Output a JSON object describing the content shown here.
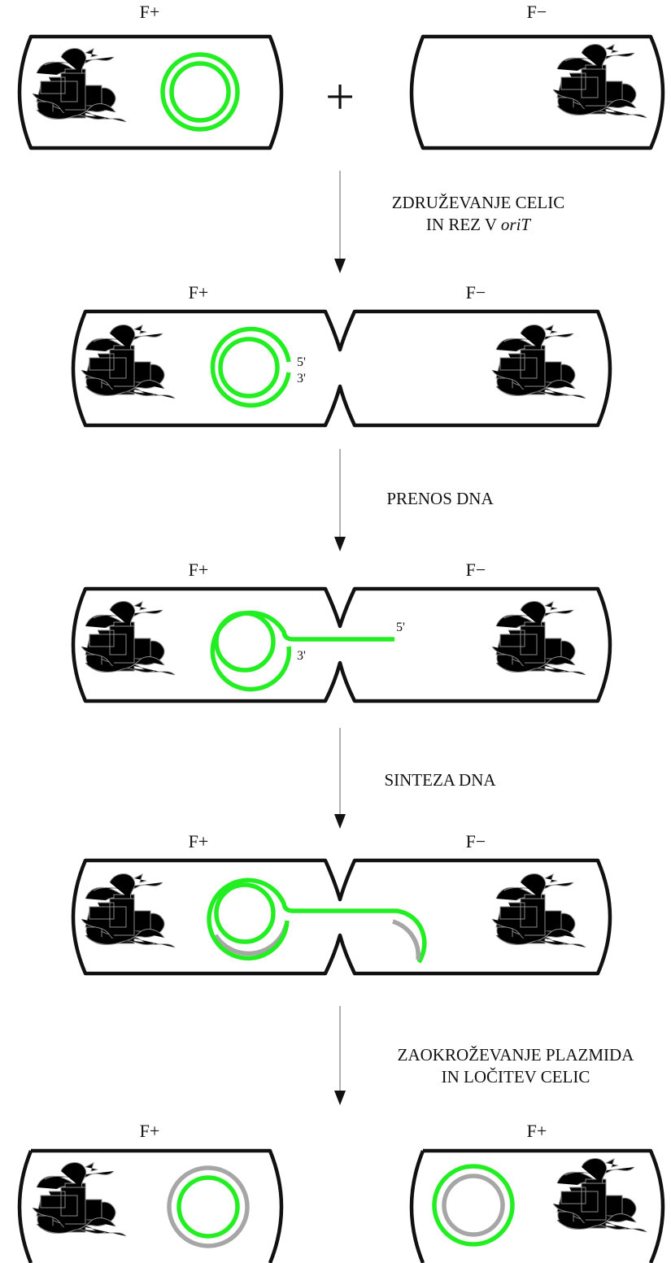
{
  "colors": {
    "dna_donor": "#22ee22",
    "dna_new": "#a6a6a6",
    "cell_outline": "#111111",
    "chromosome": "#8a8a8a"
  },
  "steps": [
    {
      "left_label": "F+",
      "right_label": "F−",
      "plus_sign": "+"
    },
    {
      "left_label": "F+",
      "right_label": "F−",
      "end5": "5'",
      "end3": "3'"
    },
    {
      "left_label": "F+",
      "right_label": "F−",
      "end5": "5'",
      "end3": "3'"
    },
    {
      "left_label": "F+",
      "right_label": "F−"
    },
    {
      "left_label": "F+",
      "right_label": "F+"
    }
  ],
  "transitions": [
    {
      "line1": "ZDRUŽEVANJE CELIC",
      "line2_prefix": "IN REZ V ",
      "line2_italic": "oriT"
    },
    {
      "line1": "PRENOS DNA"
    },
    {
      "line1": "SINTEZA DNA"
    },
    {
      "line1": "ZAOKROŽEVANJE PLAZMIDA",
      "line2": "IN LOČITEV CELIC"
    }
  ]
}
